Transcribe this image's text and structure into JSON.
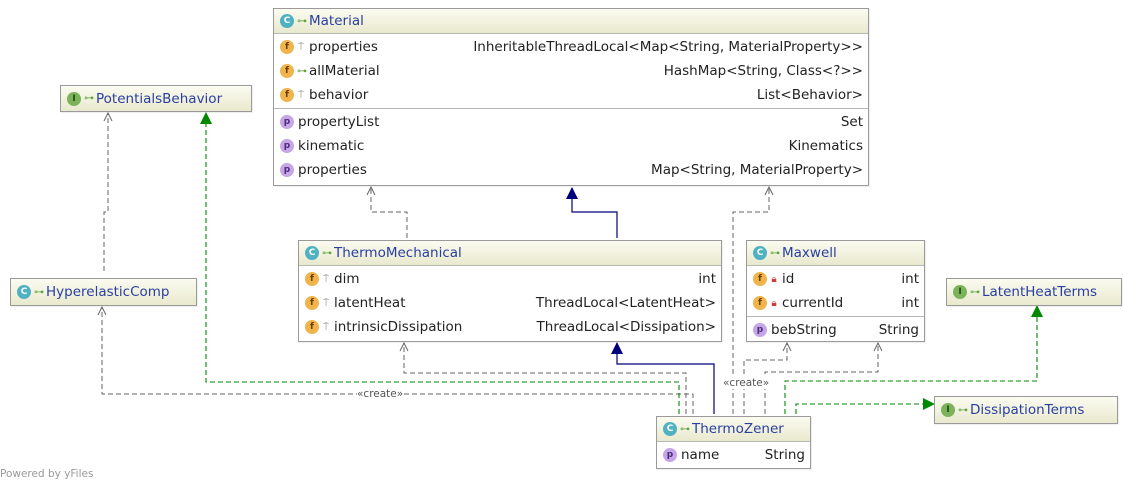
{
  "nodes": {
    "material": {
      "name": "Material",
      "kind": "C",
      "fields": [
        {
          "name": "properties",
          "type": "InheritableThreadLocal<Map<String, MaterialProperty>>",
          "icon": "f",
          "vis": "package"
        },
        {
          "name": "allMaterial",
          "type": "HashMap<String, Class<?>>",
          "icon": "f",
          "vis": "public"
        },
        {
          "name": "behavior",
          "type": "List<Behavior>",
          "icon": "f",
          "vis": "package"
        }
      ],
      "properties": [
        {
          "name": "propertyList",
          "type": "Set",
          "icon": "p"
        },
        {
          "name": "kinematic",
          "type": "Kinematics",
          "icon": "p"
        },
        {
          "name": "properties",
          "type": "Map<String, MaterialProperty>",
          "icon": "p"
        }
      ]
    },
    "potentials_behavior": {
      "name": "PotentialsBehavior",
      "kind": "I"
    },
    "hyperelastic_comp": {
      "name": "HyperelasticComp",
      "kind": "C"
    },
    "thermo_mechanical": {
      "name": "ThermoMechanical",
      "kind": "C",
      "fields": [
        {
          "name": "dim",
          "type": "int",
          "icon": "f",
          "vis": "package"
        },
        {
          "name": "latentHeat",
          "type": "ThreadLocal<LatentHeat>",
          "icon": "f",
          "vis": "package"
        },
        {
          "name": "intrinsicDissipation",
          "type": "ThreadLocal<Dissipation>",
          "icon": "f",
          "vis": "package"
        }
      ]
    },
    "maxwell": {
      "name": "Maxwell",
      "kind": "C",
      "fields": [
        {
          "name": "id",
          "type": "int",
          "icon": "f",
          "vis": "private"
        },
        {
          "name": "currentId",
          "type": "int",
          "icon": "f",
          "vis": "private"
        }
      ],
      "properties": [
        {
          "name": "bebString",
          "type": "String",
          "icon": "p"
        }
      ]
    },
    "latent_heat_terms": {
      "name": "LatentHeatTerms",
      "kind": "I"
    },
    "dissipation_terms": {
      "name": "DissipationTerms",
      "kind": "I"
    },
    "thermo_zener": {
      "name": "ThermoZener",
      "kind": "C",
      "properties": [
        {
          "name": "name",
          "type": "String",
          "icon": "p"
        }
      ]
    }
  },
  "edge_labels": {
    "create_left": "«create»",
    "create_right": "«create»"
  },
  "footer": "Powered by yFiles",
  "colors": {
    "extends": "#00007a",
    "implements": "#008800",
    "dependency": "#666666",
    "title": "#2a3ea0"
  }
}
